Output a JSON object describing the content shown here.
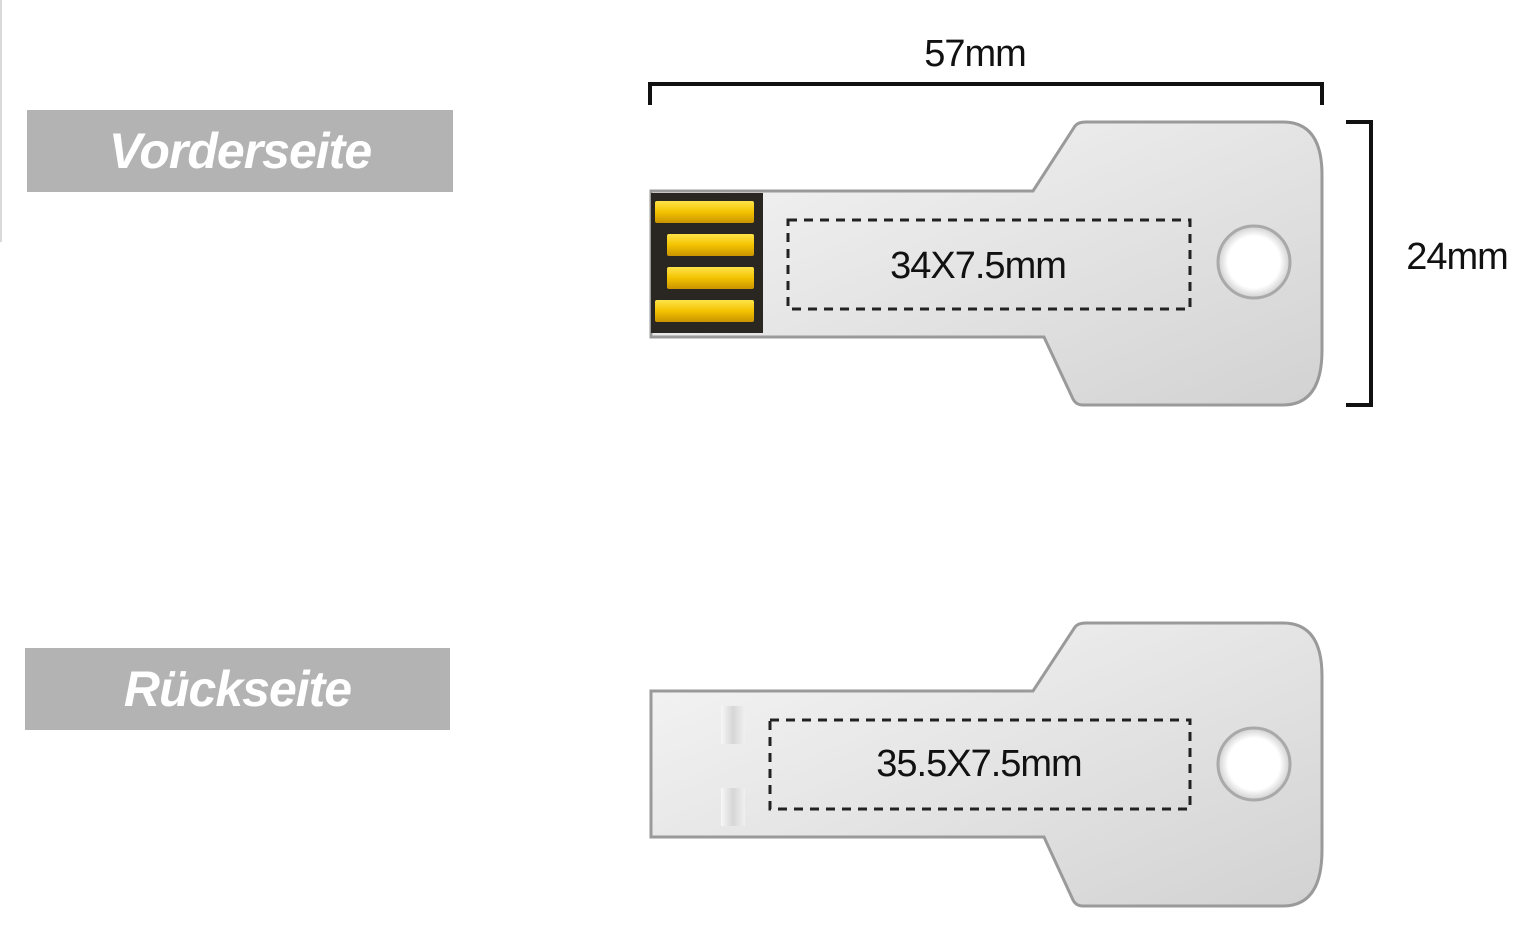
{
  "labels": {
    "front": "Vorderseite",
    "back": "Rückseite"
  },
  "dimensions": {
    "width": "57mm",
    "height": "24mm"
  },
  "print_areas": {
    "front": "34X7.5mm",
    "back": "35.5X7.5mm"
  },
  "colors": {
    "label_background": "#b3b3b3",
    "label_text": "#ffffff",
    "key_body": "#e4e4e4",
    "key_outline": "#9a9a9a",
    "contacts": "#f2c200",
    "connector_base": "#2a2622",
    "dimension_lines": "#111111"
  }
}
